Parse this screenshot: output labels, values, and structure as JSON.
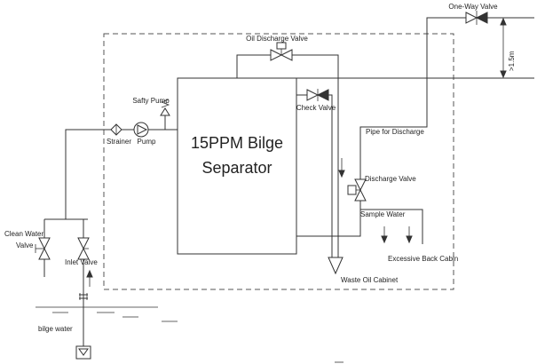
{
  "title_line1": "15PPM Bilge",
  "title_line2": "Separator",
  "labels": {
    "one_way_valve": "One-Way Valve",
    "height_note": ">1.5m",
    "oil_discharge_valve": "Oil Discharge Valve",
    "safty_pump": "Safty Pump",
    "check_valve": "Check Valve",
    "strainer": "Strainer",
    "pump": "Pump",
    "pipe_for_discharge": "Pipe for Discharge",
    "discharge_valve": "Discharge Valve",
    "clean_water": "Clean Water",
    "valve": "Valve",
    "sample_water": "Sample Water",
    "inlet_valve": "Inlet Valve",
    "excessive_back_cabin": "Excessive Back Cabin",
    "waste_oil_cabinet": "Waste Oil Cabinet",
    "bilge_water": "bilge water"
  }
}
